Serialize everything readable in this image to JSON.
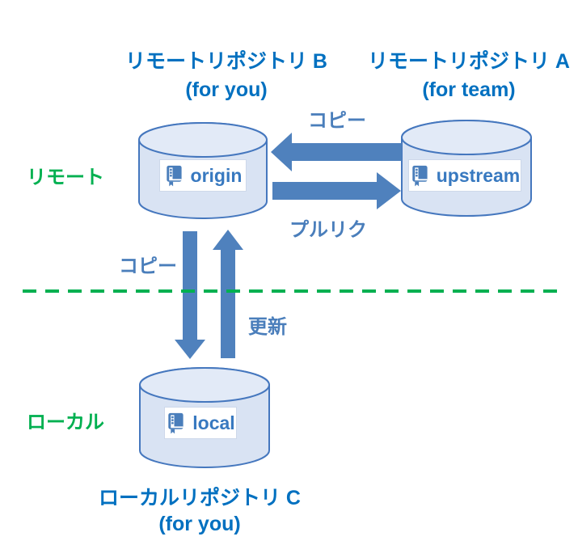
{
  "titles": {
    "remote_b": {
      "line1": "リモートリポジトリ B",
      "line2": "(for you)"
    },
    "remote_a": {
      "line1": "リモートリポジトリ A",
      "line2": "(for team)"
    },
    "local_c": {
      "line1": "ローカルリポジトリ C",
      "line2": "(for you)"
    }
  },
  "zones": {
    "remote": "リモート",
    "local": "ローカル"
  },
  "nodes": {
    "origin": "origin",
    "upstream": "upstream",
    "local": "local"
  },
  "edges": {
    "copy_remote": "コピー",
    "pull_request": "プルリク",
    "copy_down": "コピー",
    "update": "更新"
  },
  "icons": {
    "repo": "book-repo-icon"
  },
  "colors": {
    "title_blue": "#0070c0",
    "edge_label_blue": "#4a7ebb",
    "zone_green": "#00b050",
    "arrow_blue": "#4f81bd",
    "cylinder_fill": "#d9e3f3",
    "cylinder_top_fill": "#e2eaf7",
    "cylinder_stroke": "#4577be",
    "dashed_line_green": "#00b050"
  }
}
